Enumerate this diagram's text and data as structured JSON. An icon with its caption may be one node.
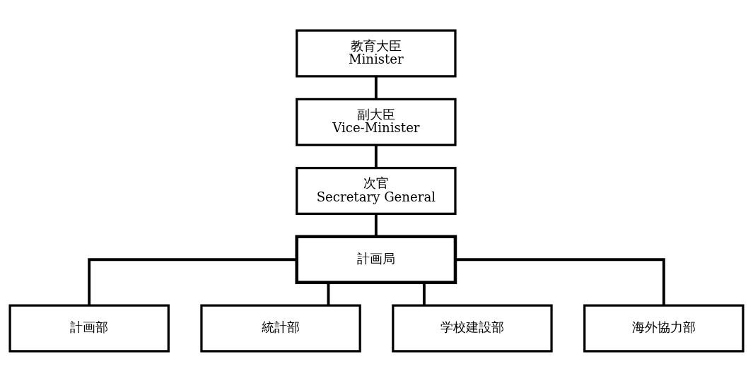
{
  "diagram": {
    "nodes": [
      {
        "text": [
          "教育大臣",
          "Minister"
        ]
      },
      {
        "text": [
          "副大臣",
          "Vice-Minister"
        ]
      },
      {
        "text": [
          "次官",
          "Secretary General"
        ]
      },
      {
        "text": [
          "計画局"
        ]
      },
      {
        "text": [
          "計画部"
        ]
      },
      {
        "text": [
          "統計部"
        ]
      },
      {
        "text": [
          "学校建設部"
        ]
      },
      {
        "text": [
          "海外協力部"
        ]
      }
    ],
    "edges": [
      {
        "from": 0,
        "to": 1,
        "arrow": "none"
      },
      {
        "from": 1,
        "to": 2,
        "arrow": "none"
      },
      {
        "from": 2,
        "to": 3,
        "arrow": "none"
      },
      {
        "from": 3,
        "to": 4,
        "arrow": "none"
      },
      {
        "from": 3,
        "to": 5,
        "arrow": "none"
      },
      {
        "from": 3,
        "to": 6,
        "arrow": "none"
      },
      {
        "from": 3,
        "to": 7,
        "arrow": "none"
      }
    ]
  }
}
